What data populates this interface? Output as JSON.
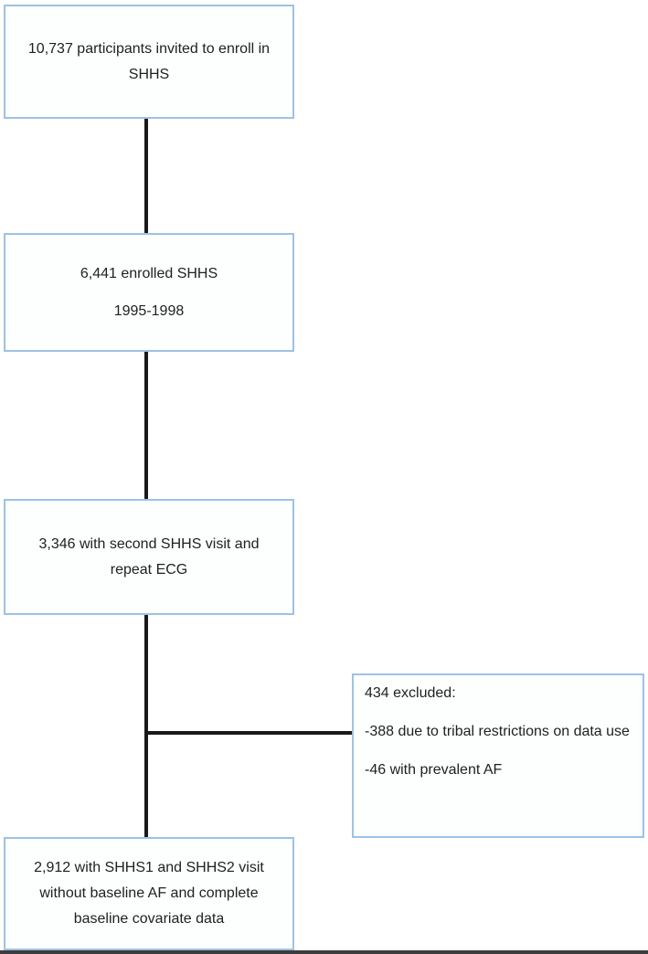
{
  "diagram": {
    "type": "flowchart",
    "colors": {
      "box_border": "#9cc2e5",
      "box_fill": "#fdfefe",
      "connector": "#1a1a1a",
      "text": "#212121",
      "bottom_bar": "#3d3d3d"
    },
    "boxes": {
      "invited": {
        "text": "10,737 participants invited to enroll in SHHS"
      },
      "enrolled": {
        "line1": "6,441 enrolled SHHS",
        "line2": "1995-1998"
      },
      "second_visit": {
        "text": "3,346 with second SHHS visit and repeat ECG"
      },
      "excluded": {
        "title": "434 excluded:",
        "item1": "-388 due to tribal restrictions on data use",
        "item2": "-46 with prevalent AF"
      },
      "final": {
        "text": "2,912 with SHHS1 and SHHS2 visit without baseline AF and complete baseline covariate data"
      }
    }
  }
}
